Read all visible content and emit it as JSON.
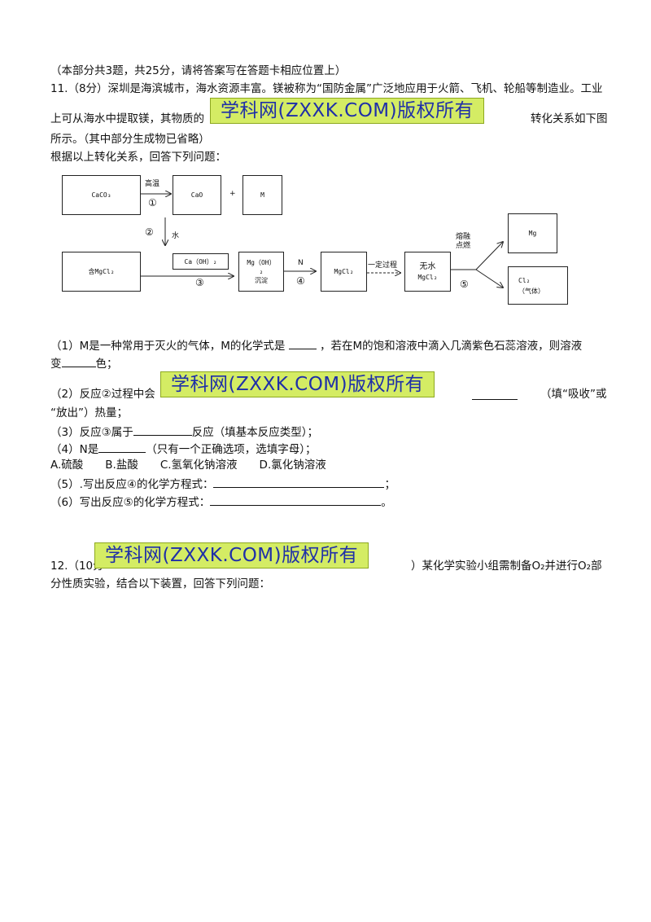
{
  "intro": "（本部分共3题，共25分，请将答案写在答题卡相应位置上）",
  "q11": {
    "line1": "11.（8分）深圳是海滨城市，海水资源丰富。镁被称为“国防金属”广泛地应用于火箭、飞机、轮船等制造业。工业",
    "line2_start": "上可从海水中提取镁，其物质的",
    "line2_end": "转化关系如下图",
    "line3": "所示。（其中部分生成物已省略）",
    "line4": "根据以上转化关系，回答下列问题："
  },
  "watermark": "学科网(ZXXK.COM)版权所有",
  "diagram": {
    "caco3": "CaCO₃",
    "cao": "CaO",
    "plus": "+",
    "m": "M",
    "gaowen": "高温",
    "step1": "①",
    "step2": "②",
    "shui": "水",
    "han_mgcl2": "含MgCl₂",
    "caoh2": "Ca（OH）₂",
    "step3": "③",
    "mgoh2_line1": "Mg（OH）",
    "mgoh2_line2": "₂",
    "mgoh2_line3": "沉淀",
    "n": "N",
    "step4": "④",
    "mgcl2": "MgCl₂",
    "yiding": "一定过程",
    "wushui": "无水",
    "wushui_mgcl2": "MgCl₂",
    "step5": "⑤",
    "ronghua1": "熔融",
    "ronghua2": "点燃",
    "mg": "Mg",
    "cl2": "Cl₂",
    "qiti": "（气体）"
  },
  "sub": {
    "s1_a": "（1）M是一种常用于灭火的气体，M的化学式是",
    "s1_b": "，若在M的饱和溶液中滴入几滴紫色石蕊溶液，则溶液",
    "s1_c": "变",
    "s1_d": "色；",
    "s2_a": "（2）反应②过程中会",
    "s2_b": "（填“吸收”或",
    "s2_c": "“放出”）热量；",
    "s3_a": "（3）反应③属于",
    "s3_b": "反应（填基本反应类型）；",
    "s4_a": "（4）N是",
    "s4_b": "（只有一个正确选项，选填字母）；",
    "opts": "A.硫酸　　B.盐酸　　C.氢氧化钠溶液　　D.氯化钠溶液",
    "s5_a": "（5）.写出反应④的化学方程式：",
    "s5_b": "；",
    "s6_a": "（6）写出反应⑤的化学方程式：",
    "s6_b": "。"
  },
  "q12": {
    "start": "12.（10分",
    "end": "）某化学实验小组需制备O₂并进行O₂部",
    "line2": "分性质实验，结合以下装置，回答下列问题："
  }
}
